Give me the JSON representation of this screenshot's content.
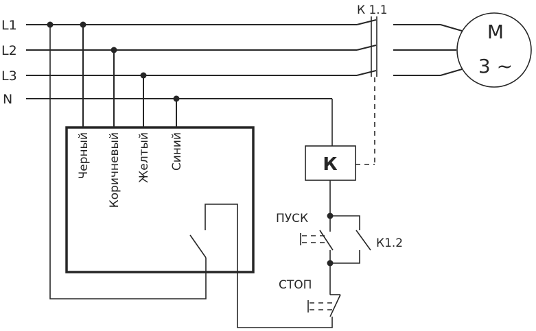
{
  "lines": {
    "l1": "L1",
    "l2": "L2",
    "l3": "L3",
    "n": "N"
  },
  "contactor": {
    "main_contacts": "К 1.1",
    "coil": "К",
    "aux_contact": "К1.2"
  },
  "motor": {
    "letter": "М",
    "phase": "3 ~"
  },
  "device": {
    "wire_black": "Черный",
    "wire_brown": "Коричневый",
    "wire_yellow": "Желтый",
    "wire_blue": "Синий"
  },
  "buttons": {
    "start": "ПУСК",
    "stop": "СТОП"
  }
}
